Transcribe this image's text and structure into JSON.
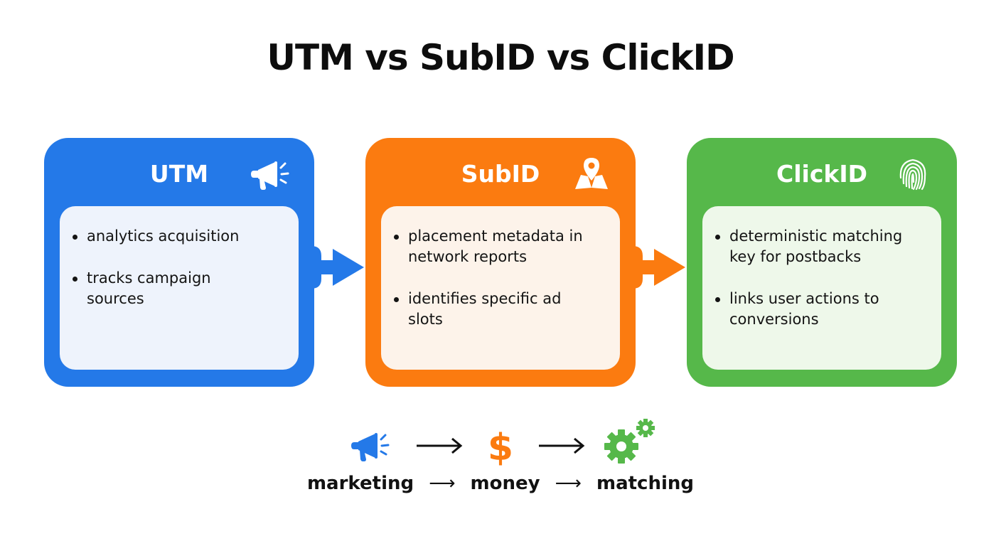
{
  "title": "UTM vs SubID vs ClickID",
  "cards": [
    {
      "id": "utm",
      "title": "UTM",
      "icon": "megaphone-icon",
      "color": "#2479e8",
      "body_color": "#eef3fc",
      "bullets": [
        "analytics acquisition",
        "tracks campaign sources"
      ]
    },
    {
      "id": "subid",
      "title": "SubID",
      "icon": "map-pin-icon",
      "color": "#fb7b10",
      "body_color": "#fdf3ea",
      "bullets": [
        "placement metadata in network reports",
        "identifies specific ad slots"
      ]
    },
    {
      "id": "clickid",
      "title": "ClickID",
      "icon": "fingerprint-icon",
      "color": "#56b84a",
      "body_color": "#eef8ea",
      "bullets": [
        "deterministic matching key for postbacks",
        "links user actions to conversions"
      ]
    }
  ],
  "flow": {
    "icons": [
      "megaphone-icon",
      "dollar-icon",
      "gears-icon"
    ],
    "labels": [
      "marketing",
      "money",
      "matching"
    ],
    "separator": "⟶"
  }
}
